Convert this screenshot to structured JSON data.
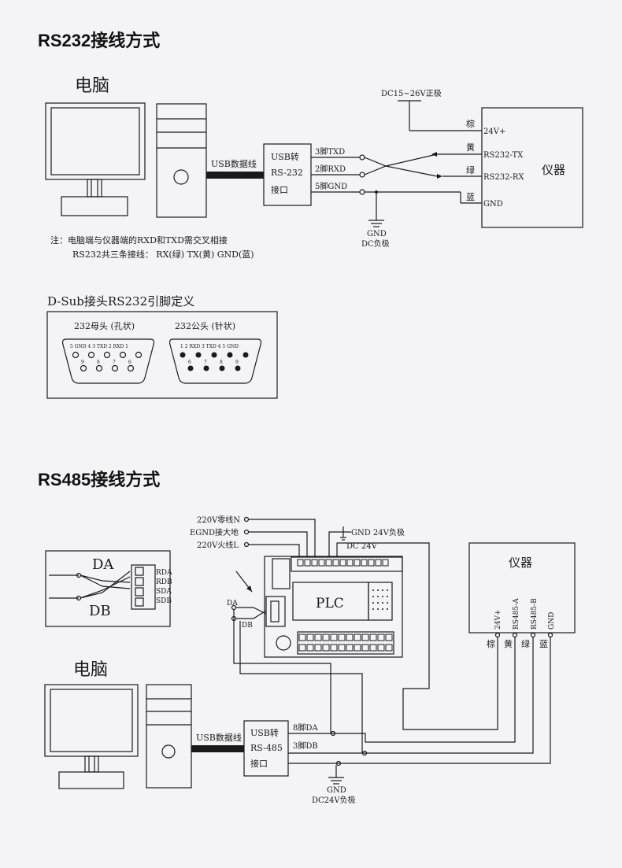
{
  "sections": {
    "rs232_title": "RS232接线方式",
    "rs485_title": "RS485接线方式"
  },
  "rs232": {
    "computer_label": "电脑",
    "usb_cable": "USB数据线",
    "converter": [
      "USB转",
      "RS-232",
      "接口"
    ],
    "power": "DC15~26V正极",
    "pins": [
      "3脚TXD",
      "2脚RXD",
      "5脚GND"
    ],
    "wire_colors": [
      "棕",
      "黄",
      "绿",
      "蓝"
    ],
    "instrument_ports": [
      "24V+",
      "RS232-TX",
      "RS232-RX",
      "GND"
    ],
    "instrument": "仪器",
    "ground": [
      "GND",
      "DC负极"
    ],
    "note_line1": "注：电脑端与仪器端的RXD和TXD需交叉相接",
    "note_line2": "RS232共三条接线： RX(绿) TX(黄) GND(蓝)",
    "dsub_title": "D-Sub接头RS232引脚定义",
    "female_title": "232母头 (孔状)",
    "male_title": "232公头 (针状)",
    "female_top_pins": "5 GND  4  3 TXD 2 RXD 1",
    "female_bottom_pins": [
      "9",
      "8",
      "7",
      "6"
    ],
    "male_top_pins": "1  2 RXD 3 TXD 4  5 GND",
    "male_bottom_pins": [
      "6",
      "7",
      "8",
      "9"
    ]
  },
  "rs485": {
    "power_lines": [
      "220V零线N",
      "EGND接大地",
      "220V火线L"
    ],
    "dc_ground": "GND 24V负极",
    "dc_24v": "DC 24V",
    "plc": "PLC",
    "da": "DA",
    "db": "DB",
    "terminal_labels": [
      "RDA",
      "RDB",
      "SDA",
      "SDB"
    ],
    "instrument": "仪器",
    "instrument_ports": [
      "24V+",
      "RS485-A",
      "RS485-B",
      "GND"
    ],
    "wire_colors": [
      "棕",
      "黄",
      "绿",
      "蓝"
    ],
    "computer_label": "电脑",
    "usb_cable": "USB数据线",
    "converter": [
      "USB转",
      "RS-485",
      "接口"
    ],
    "pins": [
      "8脚DA",
      "3脚DB"
    ],
    "ground": [
      "GND",
      "DC24V负极"
    ]
  }
}
